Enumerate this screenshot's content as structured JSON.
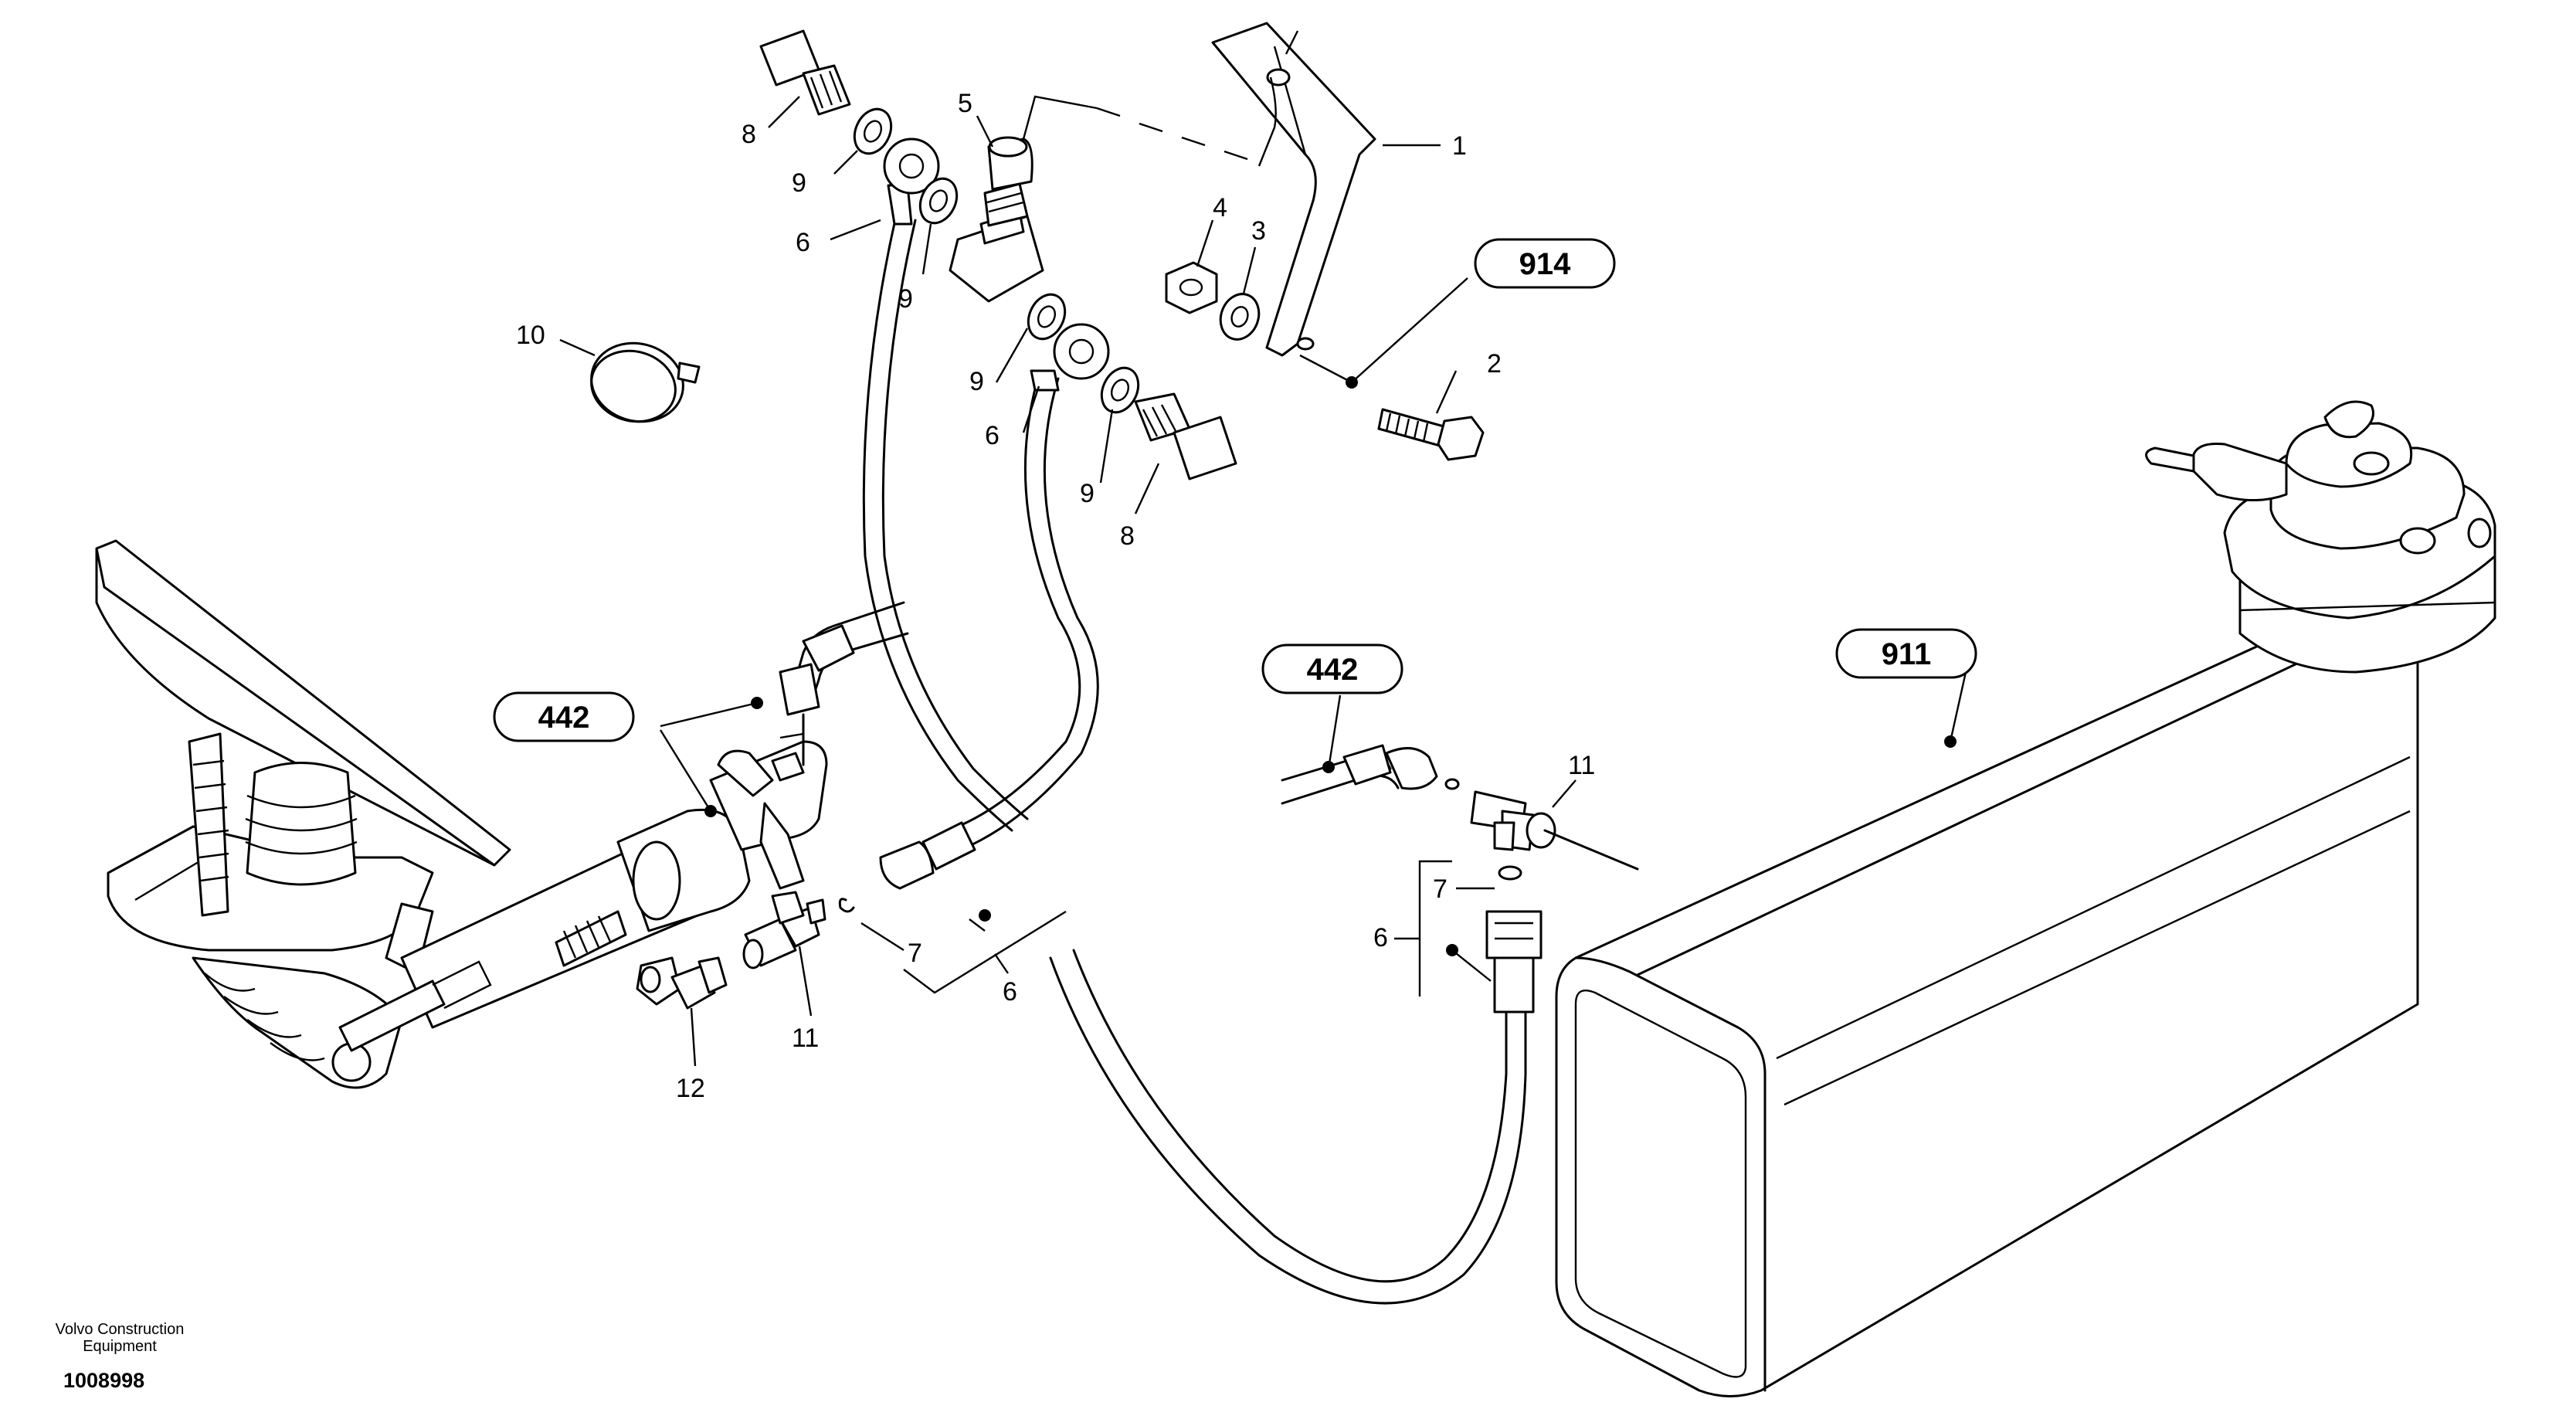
{
  "callouts": {
    "c1": "1",
    "c2": "2",
    "c3": "3",
    "c4": "4",
    "c5": "5",
    "c6a": "6",
    "c6b": "6",
    "c6c": "6",
    "c6d": "6",
    "c7a": "7",
    "c7b": "7",
    "c8a": "8",
    "c8b": "8",
    "c9a": "9",
    "c9b": "9",
    "c9c": "9",
    "c9d": "9",
    "c10": "10",
    "c11a": "11",
    "c11b": "11",
    "c12": "12"
  },
  "references": {
    "r914": "914",
    "r442a": "442",
    "r442b": "442",
    "r911": "911"
  },
  "footer": {
    "company": "Volvo Construction Equipment",
    "number": "1008998"
  }
}
